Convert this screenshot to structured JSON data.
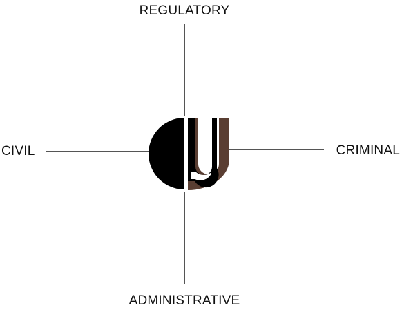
{
  "axes": {
    "top": "REGULATORY",
    "bottom": "ADMINISTRATIVE",
    "left": "CIVIL",
    "right": "CRIMINAL"
  },
  "logo": {
    "icon": "half-circle-j-logo-icon",
    "colors": {
      "dark": "#000000",
      "accent": "#5a3e32",
      "gap": "#ffffff"
    }
  }
}
